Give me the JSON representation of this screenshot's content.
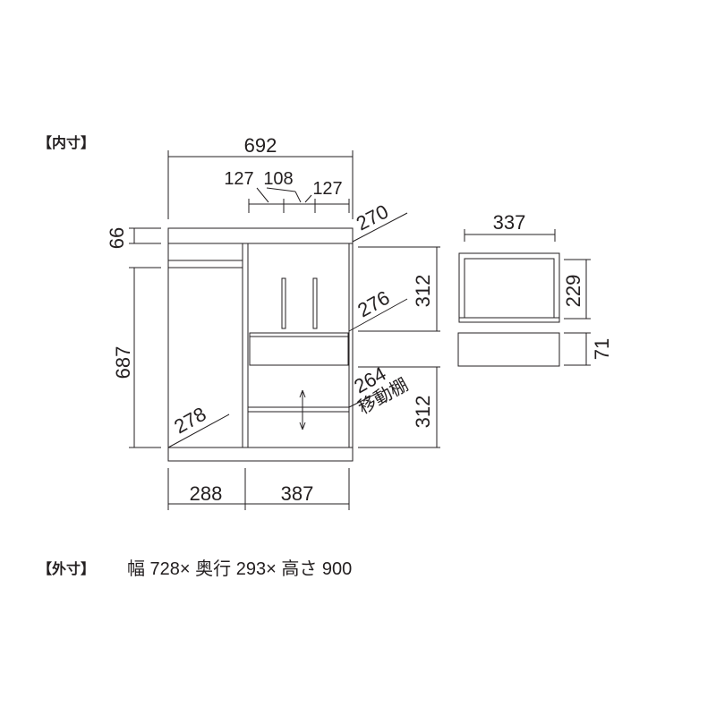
{
  "inner_section_label": "【内寸】",
  "outer_section_label": "【外寸】",
  "outer_dimensions_text": "幅 728× 奥行 293× 高さ 900",
  "dimensions": {
    "total_inner_width": "692",
    "top_left_gap": "127",
    "top_middle_gap": "108",
    "top_right_gap": "127",
    "top_shelf_height": "66",
    "left_compartment_height": "687",
    "top_shelf_depth": "270",
    "upper_right_height": "312",
    "upper_right_depth": "276",
    "lower_right_depth": "264",
    "movable_shelf_label": "移動棚",
    "lower_right_height": "312",
    "left_compartment_depth": "278",
    "left_compartment_width": "288",
    "right_compartment_width": "387",
    "drawer_width": "337",
    "drawer_inner_height": "229",
    "drawer_front_height": "71"
  }
}
